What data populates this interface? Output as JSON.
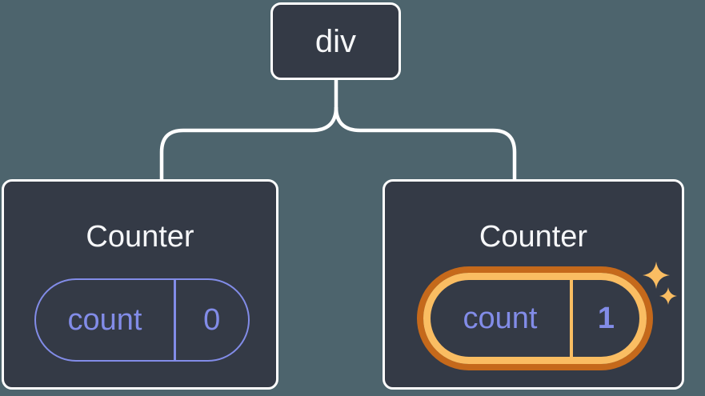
{
  "diagram": {
    "root_node": {
      "label": "div"
    },
    "nodes": [
      {
        "title": "Counter",
        "state": {
          "name": "count",
          "value": "0"
        },
        "highlighted": false
      },
      {
        "title": "Counter",
        "state": {
          "name": "count",
          "value": "1"
        },
        "highlighted": true
      }
    ]
  },
  "icons": {
    "sparkles_icon": "✦"
  },
  "colors": {
    "background": "#4D646D",
    "node_fill": "#343A46",
    "node_border": "#FFFFFF",
    "title_text": "#F6F7F9",
    "state_accent": "#828CE8",
    "highlight_outer": "#C5691B",
    "highlight_inner": "#FABD62"
  }
}
